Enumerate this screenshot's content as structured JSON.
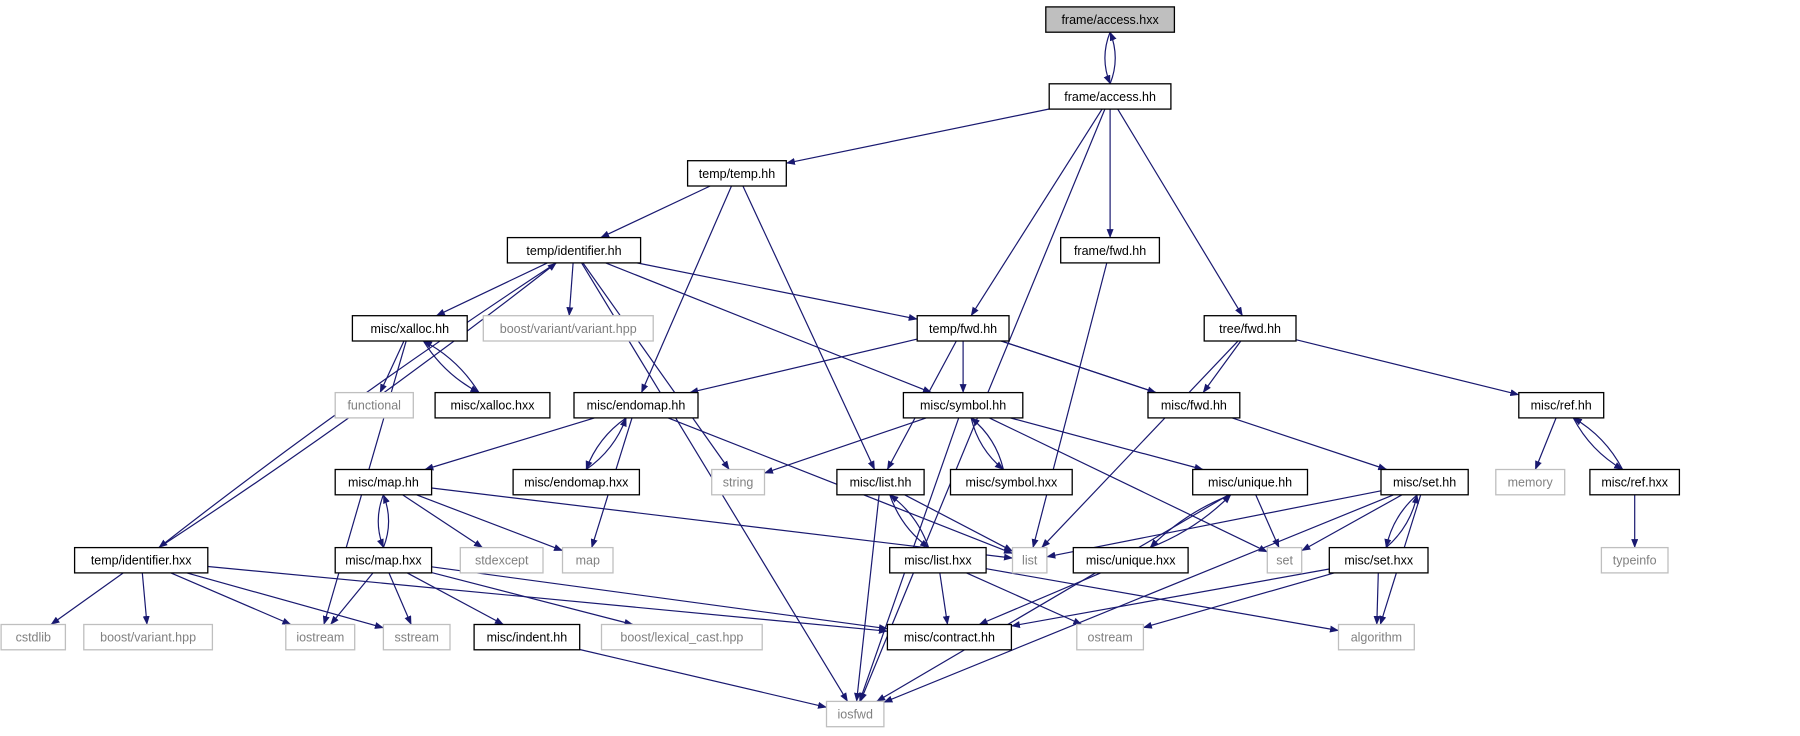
{
  "colors": {
    "edge": "#191970",
    "root_fill": "#bfbfbf",
    "node_border": "#000000",
    "system_border": "#bfbfbf",
    "system_text": "#808080",
    "text": "#000000"
  },
  "nodes": [
    {
      "id": "access_hxx",
      "label": "frame/access.hxx",
      "kind": "root"
    },
    {
      "id": "access_hh",
      "label": "frame/access.hh",
      "kind": "header"
    },
    {
      "id": "temp_hh",
      "label": "temp/temp.hh",
      "kind": "header"
    },
    {
      "id": "ident_hh",
      "label": "temp/identifier.hh",
      "kind": "header"
    },
    {
      "id": "frame_fwd",
      "label": "frame/fwd.hh",
      "kind": "header"
    },
    {
      "id": "tree_fwd",
      "label": "tree/fwd.hh",
      "kind": "header"
    },
    {
      "id": "xalloc_hh",
      "label": "misc/xalloc.hh",
      "kind": "header"
    },
    {
      "id": "boost_variant_variant",
      "label": "boost/variant/variant.hpp",
      "kind": "system"
    },
    {
      "id": "temp_fwd",
      "label": "temp/fwd.hh",
      "kind": "header"
    },
    {
      "id": "functional",
      "label": "functional",
      "kind": "system"
    },
    {
      "id": "xalloc_hxx",
      "label": "misc/xalloc.hxx",
      "kind": "header"
    },
    {
      "id": "endomap_hh",
      "label": "misc/endomap.hh",
      "kind": "header"
    },
    {
      "id": "symbol_hh",
      "label": "misc/symbol.hh",
      "kind": "header"
    },
    {
      "id": "misc_fwd",
      "label": "misc/fwd.hh",
      "kind": "header"
    },
    {
      "id": "ref_hh",
      "label": "misc/ref.hh",
      "kind": "header"
    },
    {
      "id": "map_hh",
      "label": "misc/map.hh",
      "kind": "header"
    },
    {
      "id": "endomap_hxx",
      "label": "misc/endomap.hxx",
      "kind": "header"
    },
    {
      "id": "string",
      "label": "string",
      "kind": "system"
    },
    {
      "id": "list_hh",
      "label": "misc/list.hh",
      "kind": "header"
    },
    {
      "id": "symbol_hxx",
      "label": "misc/symbol.hxx",
      "kind": "header"
    },
    {
      "id": "unique_hh",
      "label": "misc/unique.hh",
      "kind": "header"
    },
    {
      "id": "set_hh",
      "label": "misc/set.hh",
      "kind": "header"
    },
    {
      "id": "memory",
      "label": "memory",
      "kind": "system"
    },
    {
      "id": "ref_hxx",
      "label": "misc/ref.hxx",
      "kind": "header"
    },
    {
      "id": "ident_hxx",
      "label": "temp/identifier.hxx",
      "kind": "header"
    },
    {
      "id": "map_hxx",
      "label": "misc/map.hxx",
      "kind": "header"
    },
    {
      "id": "stdexcept",
      "label": "stdexcept",
      "kind": "system"
    },
    {
      "id": "map",
      "label": "map",
      "kind": "system"
    },
    {
      "id": "list",
      "label": "list",
      "kind": "system"
    },
    {
      "id": "list_hxx",
      "label": "misc/list.hxx",
      "kind": "header"
    },
    {
      "id": "unique_hxx",
      "label": "misc/unique.hxx",
      "kind": "header"
    },
    {
      "id": "set",
      "label": "set",
      "kind": "system"
    },
    {
      "id": "set_hxx",
      "label": "misc/set.hxx",
      "kind": "header"
    },
    {
      "id": "typeinfo",
      "label": "typeinfo",
      "kind": "system"
    },
    {
      "id": "cstdlib",
      "label": "cstdlib",
      "kind": "system"
    },
    {
      "id": "boost_variant",
      "label": "boost/variant.hpp",
      "kind": "system"
    },
    {
      "id": "iostream",
      "label": "iostream",
      "kind": "system"
    },
    {
      "id": "sstream",
      "label": "sstream",
      "kind": "system"
    },
    {
      "id": "indent_hh",
      "label": "misc/indent.hh",
      "kind": "header"
    },
    {
      "id": "lexical_cast",
      "label": "boost/lexical_cast.hpp",
      "kind": "system"
    },
    {
      "id": "contract_hh",
      "label": "misc/contract.hh",
      "kind": "header"
    },
    {
      "id": "ostream",
      "label": "ostream",
      "kind": "system"
    },
    {
      "id": "algorithm",
      "label": "algorithm",
      "kind": "system"
    },
    {
      "id": "iosfwd",
      "label": "iosfwd",
      "kind": "system"
    }
  ],
  "edges": [
    [
      "access_hxx",
      "access_hh"
    ],
    [
      "access_hh",
      "access_hxx"
    ],
    [
      "access_hh",
      "temp_hh"
    ],
    [
      "access_hh",
      "temp_fwd"
    ],
    [
      "access_hh",
      "frame_fwd"
    ],
    [
      "access_hh",
      "tree_fwd"
    ],
    [
      "access_hh",
      "iosfwd"
    ],
    [
      "temp_hh",
      "ident_hh"
    ],
    [
      "temp_hh",
      "endomap_hh"
    ],
    [
      "temp_hh",
      "list_hh"
    ],
    [
      "ident_hh",
      "xalloc_hh"
    ],
    [
      "ident_hh",
      "boost_variant_variant"
    ],
    [
      "ident_hh",
      "string"
    ],
    [
      "ident_hh",
      "temp_fwd"
    ],
    [
      "ident_hh",
      "symbol_hh"
    ],
    [
      "ident_hh",
      "ident_hxx"
    ],
    [
      "ident_hh",
      "iosfwd"
    ],
    [
      "xalloc_hh",
      "functional"
    ],
    [
      "xalloc_hh",
      "xalloc_hxx"
    ],
    [
      "xalloc_hh",
      "iostream"
    ],
    [
      "xalloc_hxx",
      "xalloc_hh"
    ],
    [
      "frame_fwd",
      "list"
    ],
    [
      "tree_fwd",
      "misc_fwd"
    ],
    [
      "tree_fwd",
      "ref_hh"
    ],
    [
      "tree_fwd",
      "list"
    ],
    [
      "temp_fwd",
      "endomap_hh"
    ],
    [
      "temp_fwd",
      "symbol_hh"
    ],
    [
      "temp_fwd",
      "misc_fwd"
    ],
    [
      "temp_fwd",
      "list_hh"
    ],
    [
      "temp_fwd",
      "set_hh"
    ],
    [
      "endomap_hh",
      "map_hh"
    ],
    [
      "endomap_hh",
      "endomap_hxx"
    ],
    [
      "endomap_hh",
      "map"
    ],
    [
      "endomap_hh",
      "list"
    ],
    [
      "endomap_hxx",
      "endomap_hh"
    ],
    [
      "symbol_hh",
      "string"
    ],
    [
      "symbol_hh",
      "symbol_hxx"
    ],
    [
      "symbol_hh",
      "unique_hh"
    ],
    [
      "symbol_hh",
      "iosfwd"
    ],
    [
      "symbol_hh",
      "set"
    ],
    [
      "symbol_hxx",
      "symbol_hh"
    ],
    [
      "ref_hh",
      "memory"
    ],
    [
      "ref_hh",
      "ref_hxx"
    ],
    [
      "ref_hxx",
      "ref_hh"
    ],
    [
      "ref_hxx",
      "typeinfo"
    ],
    [
      "map_hh",
      "map_hxx"
    ],
    [
      "map_hh",
      "stdexcept"
    ],
    [
      "map_hh",
      "map"
    ],
    [
      "map_hh",
      "list"
    ],
    [
      "map_hxx",
      "map_hh"
    ],
    [
      "map_hxx",
      "iostream"
    ],
    [
      "map_hxx",
      "sstream"
    ],
    [
      "map_hxx",
      "indent_hh"
    ],
    [
      "map_hxx",
      "lexical_cast"
    ],
    [
      "map_hxx",
      "contract_hh"
    ],
    [
      "list_hh",
      "list_hxx"
    ],
    [
      "list_hh",
      "list"
    ],
    [
      "list_hh",
      "iosfwd"
    ],
    [
      "list_hxx",
      "list_hh"
    ],
    [
      "list_hxx",
      "contract_hh"
    ],
    [
      "list_hxx",
      "ostream"
    ],
    [
      "list_hxx",
      "algorithm"
    ],
    [
      "unique_hh",
      "set"
    ],
    [
      "unique_hh",
      "unique_hxx"
    ],
    [
      "unique_hh",
      "iosfwd"
    ],
    [
      "unique_hxx",
      "unique_hh"
    ],
    [
      "unique_hxx",
      "contract_hh"
    ],
    [
      "set_hh",
      "list"
    ],
    [
      "set_hh",
      "set"
    ],
    [
      "set_hh",
      "set_hxx"
    ],
    [
      "set_hh",
      "algorithm"
    ],
    [
      "set_hh",
      "iosfwd"
    ],
    [
      "set_hxx",
      "set_hh"
    ],
    [
      "set_hxx",
      "contract_hh"
    ],
    [
      "set_hxx",
      "ostream"
    ],
    [
      "set_hxx",
      "algorithm"
    ],
    [
      "ident_hxx",
      "ident_hh"
    ],
    [
      "ident_hxx",
      "cstdlib"
    ],
    [
      "ident_hxx",
      "boost_variant"
    ],
    [
      "ident_hxx",
      "iostream"
    ],
    [
      "ident_hxx",
      "sstream"
    ],
    [
      "ident_hxx",
      "contract_hh"
    ],
    [
      "indent_hh",
      "iosfwd"
    ]
  ]
}
